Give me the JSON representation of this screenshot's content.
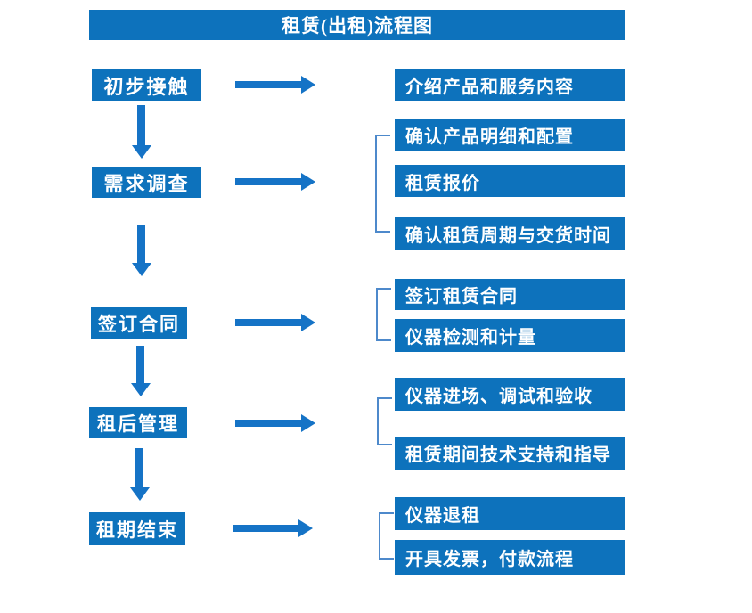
{
  "title": "租赁(出租)流程图",
  "colors": {
    "box_blue": "#0d72bc",
    "arrow_blue": "#1573c6",
    "bracket_blue": "#4d89cb",
    "text_white": "#ffffff",
    "background": "#ffffff"
  },
  "steps": [
    {
      "label": "初步接触",
      "outputs": [
        "介绍产品和服务内容"
      ]
    },
    {
      "label": "需求调查",
      "outputs": [
        "确认产品明细和配置",
        "租赁报价",
        "确认租赁周期与交货时间"
      ]
    },
    {
      "label": "签订合同",
      "outputs": [
        "签订租赁合同",
        "仪器检测和计量"
      ]
    },
    {
      "label": "租后管理",
      "outputs": [
        "仪器进场、调试和验收",
        "租赁期间技术支持和指导"
      ]
    },
    {
      "label": "租期结束",
      "outputs": [
        "仪器退租",
        "开具发票，付款流程"
      ]
    }
  ]
}
